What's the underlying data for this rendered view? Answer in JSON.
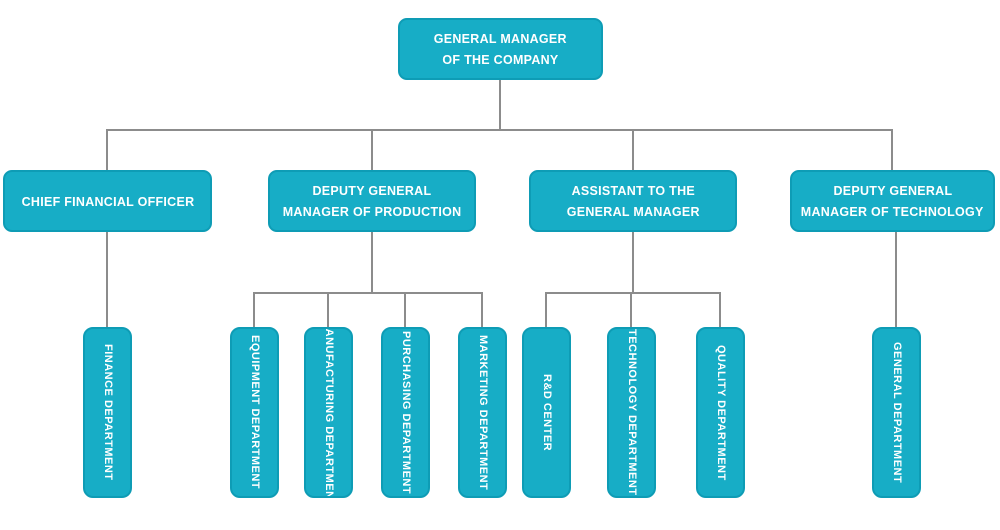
{
  "diagram": {
    "type": "org-chart",
    "levels": 3
  },
  "colors": {
    "node_fill": "#17adc6",
    "node_border": "#0e9cb5",
    "connector": "#8c8c8c",
    "label_text": "#ffffff",
    "background": "#ffffff"
  },
  "nodes": {
    "general_manager": {
      "line1": "GENERAL MANAGER",
      "line2": "OF THE COMPANY",
      "reports_to": null
    },
    "cfo": {
      "line1": "CHIEF FINANCIAL OFFICER",
      "reports_to": "general_manager"
    },
    "dgm_production": {
      "line1": "DEPUTY GENERAL",
      "line2": "MANAGER OF PRODUCTION",
      "reports_to": "general_manager"
    },
    "assistant_gm": {
      "line1": "ASSISTANT TO THE",
      "line2": "GENERAL MANAGER",
      "reports_to": "general_manager"
    },
    "dgm_technology": {
      "line1": "DEPUTY GENERAL",
      "line2": "MANAGER OF TECHNOLOGY",
      "reports_to": "general_manager"
    },
    "finance": {
      "label": "FINANCE DEPARTMENT",
      "reports_to": "cfo"
    },
    "equipment": {
      "label": "EQUIPMENT DEPARTMENT",
      "reports_to": "dgm_production"
    },
    "manufacturing": {
      "label": "MANUFACTURING DEPARTMENT",
      "reports_to": "dgm_production"
    },
    "purchasing": {
      "label": "PURCHASING DEPARTMENT",
      "reports_to": "dgm_production"
    },
    "marketing": {
      "label": "MARKETING DEPARTMENT",
      "reports_to": "dgm_production"
    },
    "rd_center": {
      "label": "R&D CENTER",
      "reports_to": "assistant_gm"
    },
    "technology_dept": {
      "label": "TECHNOLOGY DEPARTMENT",
      "reports_to": "assistant_gm"
    },
    "quality_dept": {
      "label": "QUALITY DEPARTMENT",
      "reports_to": "assistant_gm"
    },
    "general_dept": {
      "label": "GENERAL DEPARTMENT",
      "reports_to": "dgm_technology"
    }
  }
}
